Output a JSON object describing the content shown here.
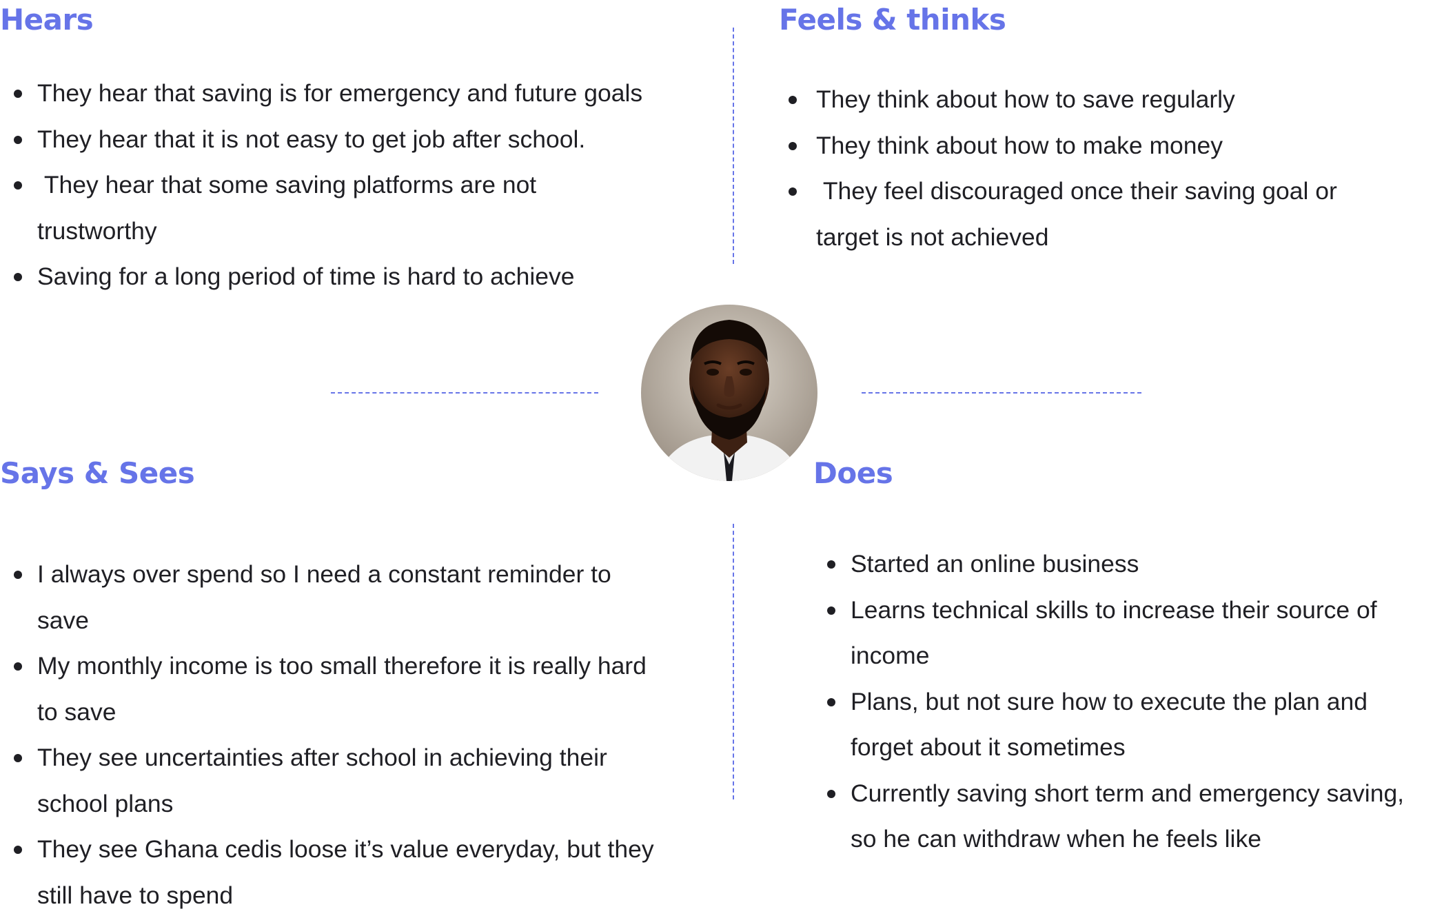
{
  "colors": {
    "accent": "#6674e8",
    "text": "#1f1f24",
    "divider": "#6674e8"
  },
  "hears": {
    "title": "Hears",
    "items": [
      "They hear that saving is for emergency and future goals",
      "They hear that it is not easy to get job after school.",
      " They hear that some saving platforms are not trustworthy",
      "Saving for a long period of time is hard to achieve"
    ]
  },
  "feels_thinks": {
    "title": "Feels & thinks",
    "items": [
      "They think about how to save regularly",
      "They think about how to make money",
      " They feel discouraged once their saving goal or target is not achieved"
    ]
  },
  "says_sees": {
    "title": "Says & Sees",
    "items": [
      "I always over spend so I need a constant reminder to save",
      "My monthly income is too small therefore it is really hard to save",
      "They see uncertainties after school in achieving their school plans",
      "They see Ghana cedis loose it’s value everyday, but they still have to spend"
    ]
  },
  "does": {
    "title": "Does",
    "items": [
      "Started an online business",
      "Learns technical skills to increase their source of income",
      "Plans, but not sure how to execute the plan and forget about it sometimes",
      "Currently saving short term and emergency saving, so he can withdraw when he feels like"
    ]
  },
  "center": {
    "avatar_icon": "person-portrait-icon"
  }
}
